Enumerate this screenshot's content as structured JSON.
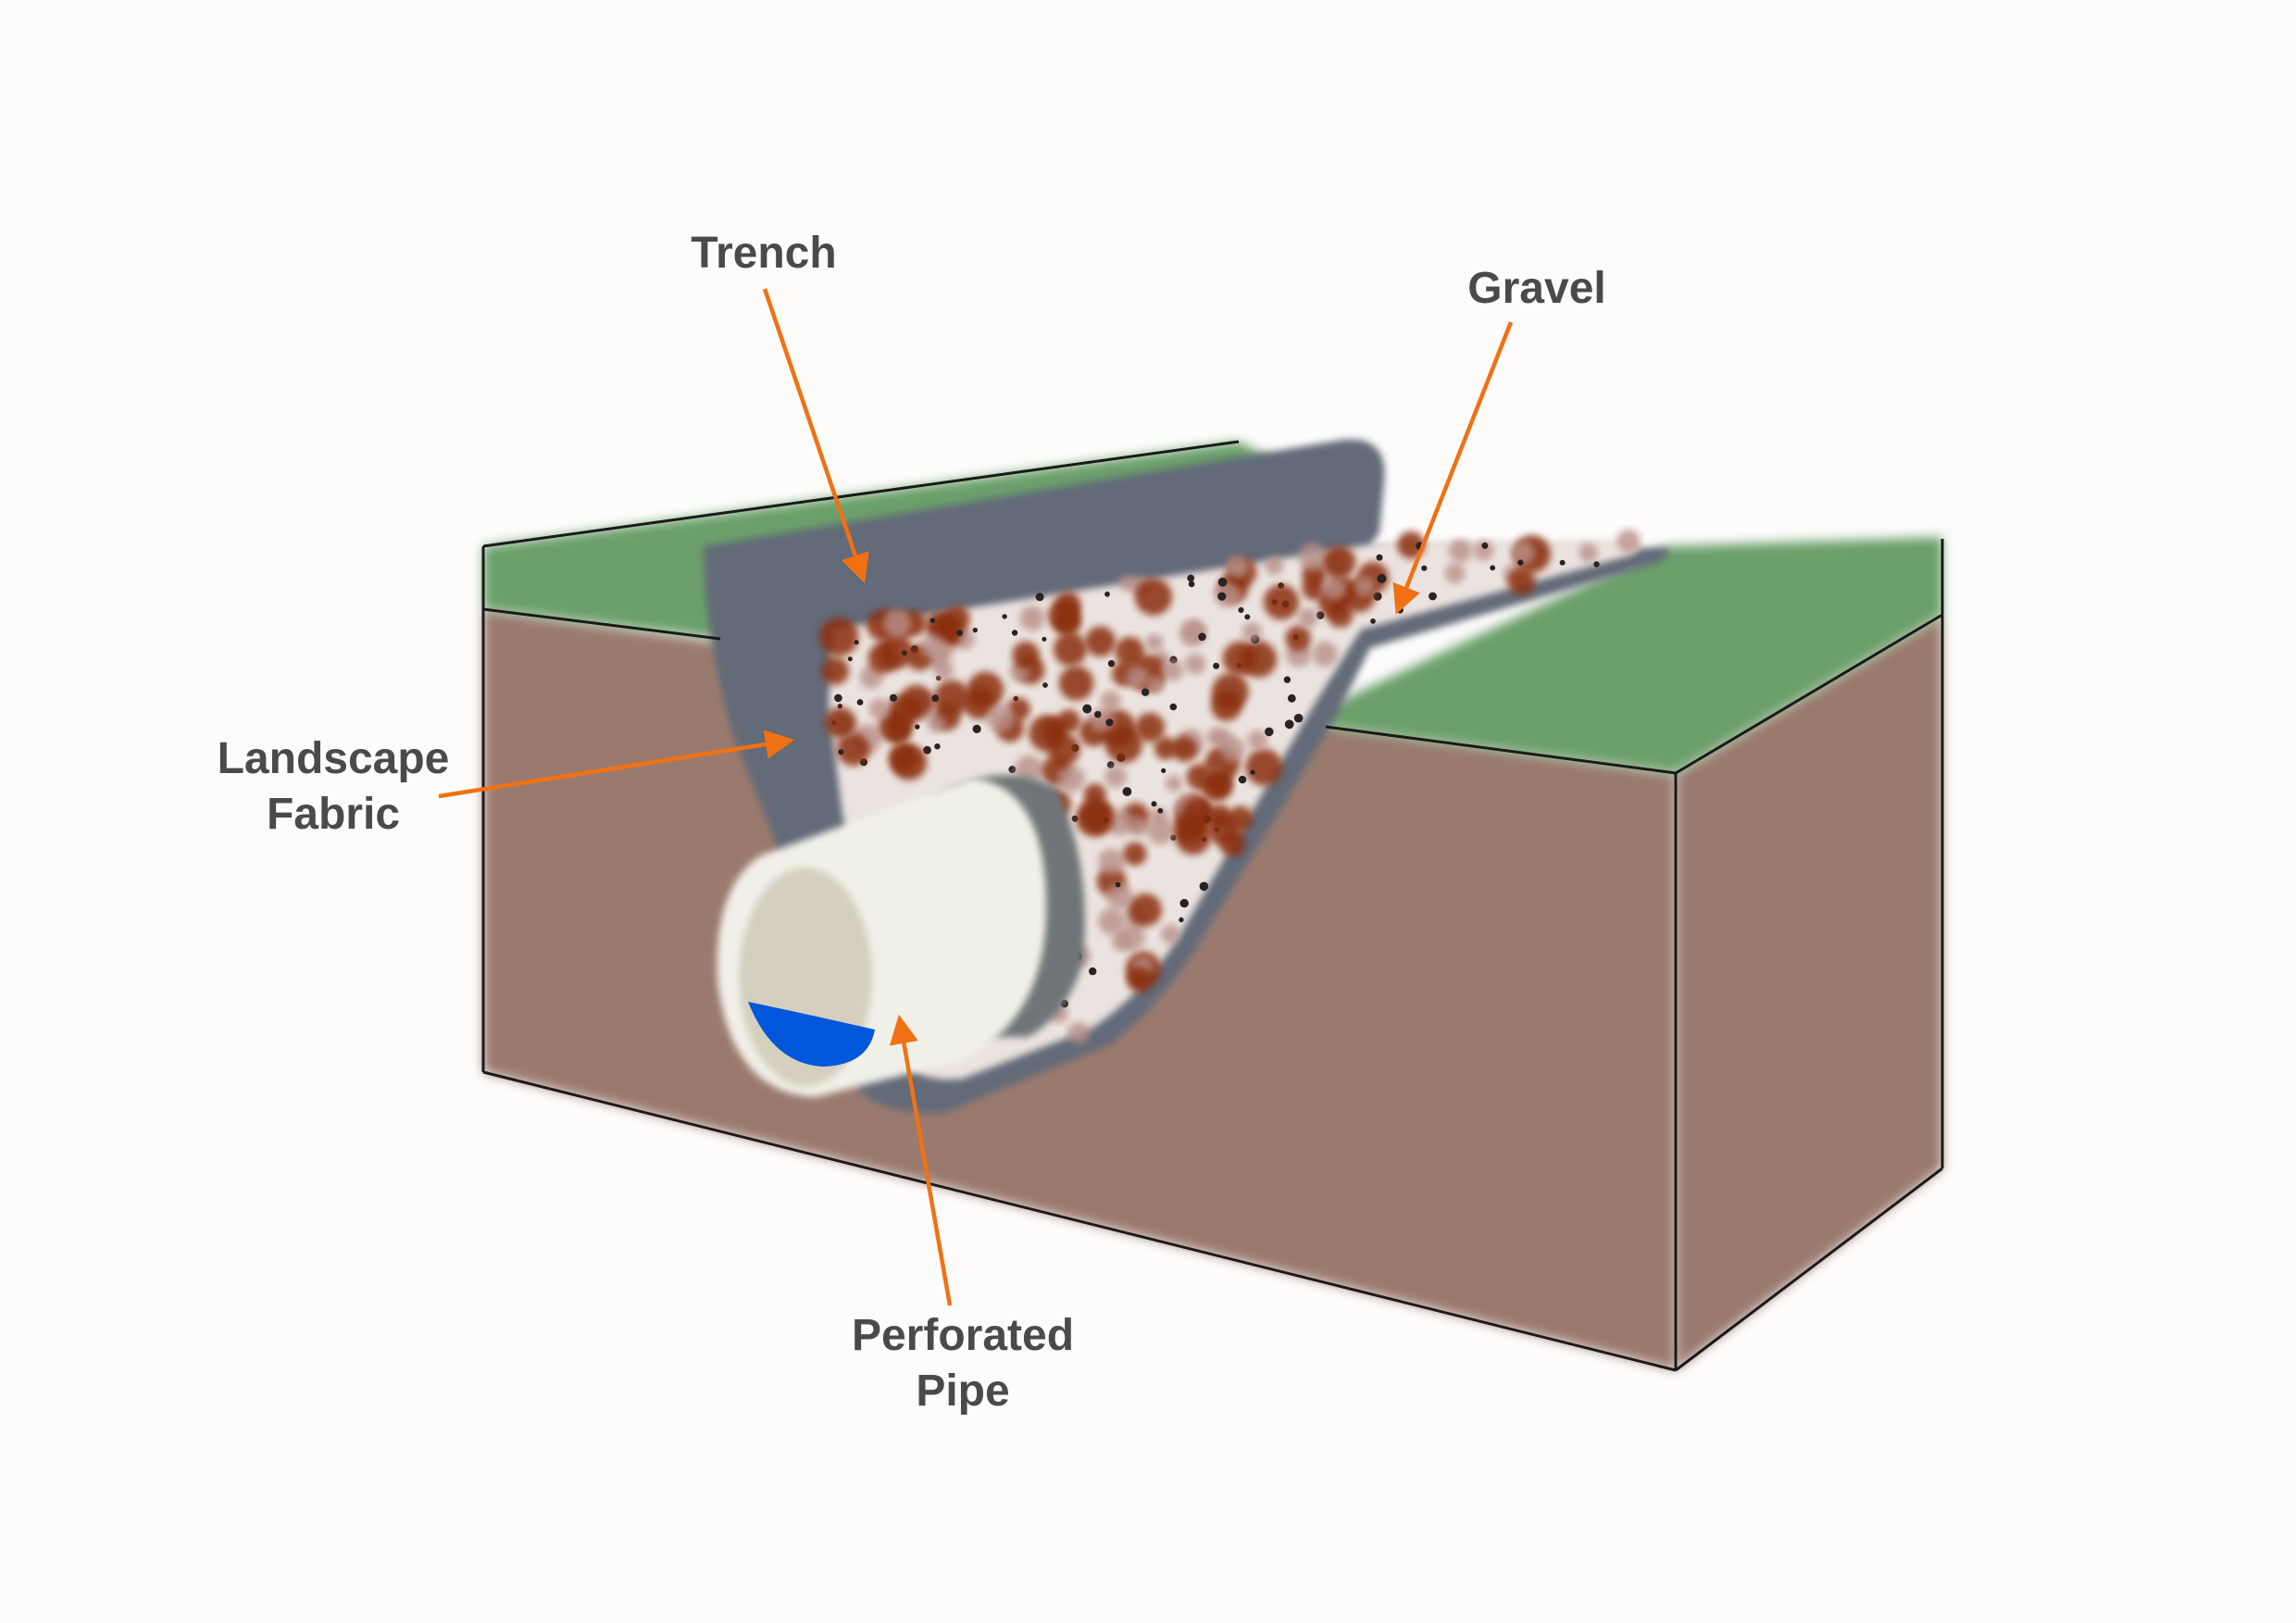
{
  "colors": {
    "background": "#fdfcfb",
    "grass": "#6a9f6b",
    "soil_front": "#9a7a6e",
    "soil_side": "#9a7a6e",
    "fabric": "#636a78",
    "gravel_base": "#ebe3df",
    "gravel_dark": "#8a2e10",
    "gravel_mid": "#b9908a",
    "pipe": "#f1f0e8",
    "pipe_inner": "#d4cfbf",
    "pipe_shadow": "#6f7677",
    "water": "#0057d9",
    "arrow": "#f07114",
    "label_text": "#4a4a4a",
    "outline": "#1a1a1a"
  },
  "labels": {
    "trench": "Trench",
    "gravel": "Gravel",
    "landscape_fabric": [
      "Landscape",
      "Fabric"
    ],
    "perforated_pipe": [
      "Perforated",
      "Pipe"
    ]
  }
}
